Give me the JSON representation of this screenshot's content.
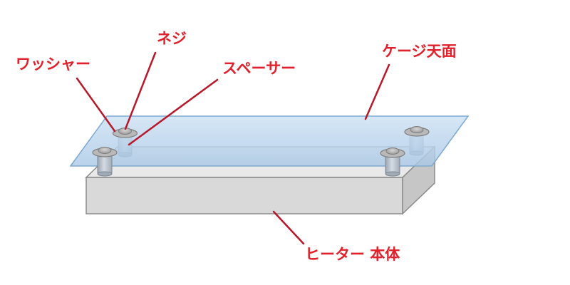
{
  "labels": {
    "washer": "ワッシャー",
    "screw": "ネジ",
    "spacer": "スペーサー",
    "cage_top": "ケージ天面",
    "heater_body": "ヒーター 本体"
  },
  "colors": {
    "label_text": "#e0202a",
    "leader_line": "#b8182a",
    "heater_front": "#d9d9d9",
    "heater_top": "#e8e8e8",
    "heater_side": "#c6c6c6",
    "heater_stroke": "#8a8a8a",
    "glass_fill": "#bcd6ee",
    "glass_stroke": "#7fa9d1",
    "spacer_fill": "#b4bfca",
    "screw_fill": "#a9a9a9"
  }
}
